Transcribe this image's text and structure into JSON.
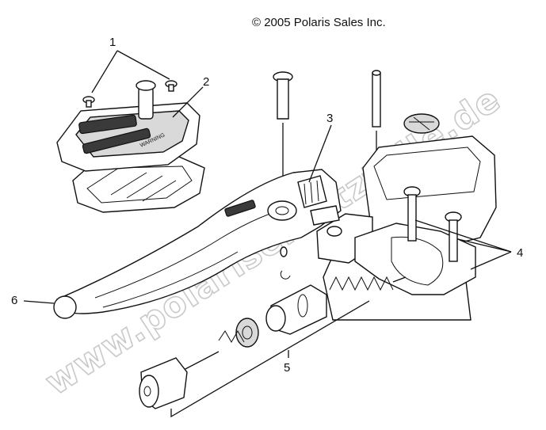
{
  "copyright": "© 2005 Polaris Sales Inc.",
  "watermark": "www.polarisersatzteile.de",
  "callouts": [
    "1",
    "2",
    "3",
    "4",
    "5",
    "6"
  ]
}
